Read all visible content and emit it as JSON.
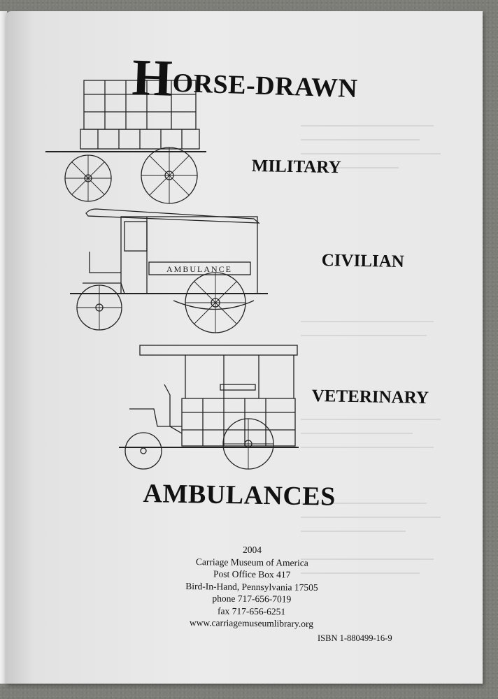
{
  "cover": {
    "title_initial": "H",
    "title_rest": "ORSE-DRAWN",
    "category_1": "MILITARY",
    "category_2": "CIVILIAN",
    "category_3": "VETERINARY",
    "main_word": "AMBULANCES",
    "wagon_label": "AMBULANCE"
  },
  "imprint": {
    "year": "2004",
    "publisher": "Carriage Museum of America",
    "address_1": "Post Office Box 417",
    "address_2": "Bird-In-Hand, Pennsylvania 17505",
    "phone": "phone 717-656-7019",
    "fax": "fax 717-656-6251",
    "website": "www.carriagemuseumlibrary.org",
    "isbn": "ISBN 1-880499-16-9"
  }
}
